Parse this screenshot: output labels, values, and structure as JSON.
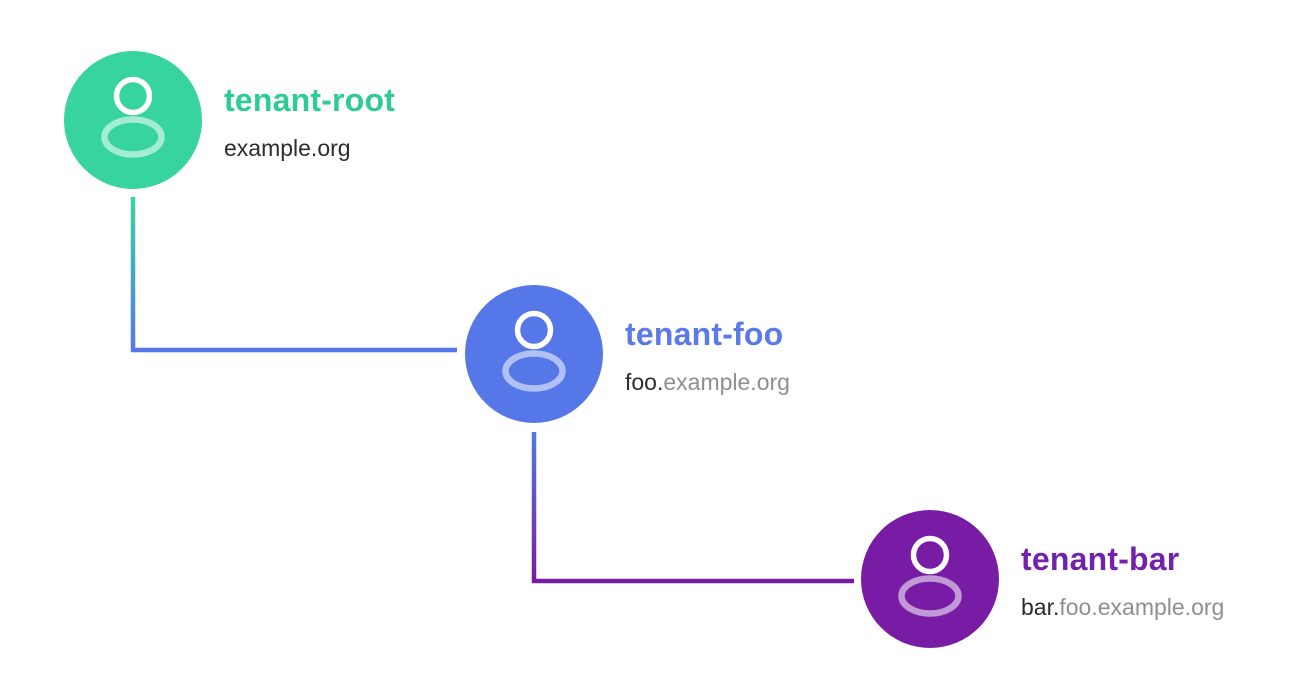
{
  "diagram": {
    "background": "#ffffff",
    "text_colors": {
      "domain_primary": "#2d2d30",
      "domain_secondary": "#8e8e93"
    },
    "nodes": [
      {
        "id": "tenant-root",
        "label": "tenant-root",
        "domain_prefix": "example.org",
        "domain_rest": "",
        "circle_color": "#38d4a0",
        "label_color": "#2ecc91",
        "icon": "user-icon"
      },
      {
        "id": "tenant-foo",
        "label": "tenant-foo",
        "domain_prefix": "foo.",
        "domain_rest": "example.org",
        "circle_color": "#5577e8",
        "label_color": "#5b7ae9",
        "icon": "user-icon"
      },
      {
        "id": "tenant-bar",
        "label": "tenant-bar",
        "domain_prefix": "bar.",
        "domain_rest": "foo.example.org",
        "circle_color": "#781ca6",
        "label_color": "#7421ab",
        "icon": "user-icon"
      }
    ],
    "connectors": [
      {
        "from": "tenant-root",
        "to": "tenant-foo",
        "gradient_start": "#38d4a0",
        "gradient_end": "#5577e8"
      },
      {
        "from": "tenant-foo",
        "to": "tenant-bar",
        "gradient_start": "#5577e8",
        "gradient_end": "#781ca6"
      }
    ]
  }
}
